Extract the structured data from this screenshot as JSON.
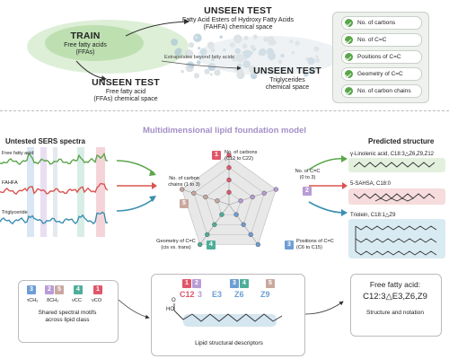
{
  "top": {
    "train_title": "TRAIN",
    "train_sub": "Free fatty acids\n(FFAs)",
    "unseen1_title": "UNSEEN TEST",
    "unseen1_sub": "Fatty Acid Esters of Hydroxy Fatty Acids\n(FAHFA) chemical space",
    "unseen2_title": "UNSEEN TEST",
    "unseen2_sub": "Free fatty acid\n(FFAs) chemical space",
    "unseen3_title": "UNSEEN TEST",
    "unseen3_sub": "Triglycerides\nchemical space",
    "extrapolates": "Extrapolates beyond fatty acids"
  },
  "checklist": [
    "No. of carbons",
    "No. of C=C",
    "Positions of C=C",
    "Geometry of C=C",
    "No. of carbon chains"
  ],
  "model_title": "Multidimensional lipid foundation model",
  "spectra": {
    "title": "Untested SERS spectra",
    "labels": [
      "Free fatty acid",
      "FAHFA",
      "Triglyceride"
    ]
  },
  "radar": {
    "axes": [
      {
        "badge": "1",
        "label": "No. of carbons\n(C12 to C22)"
      },
      {
        "badge": "2",
        "label": "No. of C=C\n(0 to 3)"
      },
      {
        "badge": "3",
        "label": "Positions of C=C\n(C6 to C15)"
      },
      {
        "badge": "4",
        "label": "Geometry of C=C\n(cis vs. trans)"
      },
      {
        "badge": "5",
        "label": "No. of carbon\nchains (1 to 3)"
      }
    ]
  },
  "predicted": {
    "title": "Predicted structure",
    "items": [
      "γ-Linolenic acid, C18:3△Z6,Z9,Z12",
      "5-SAHSA, C18:0",
      "Triolein, C18:1△Z9"
    ]
  },
  "motifs": {
    "badges": [
      "3",
      "2",
      "5",
      "4",
      "1"
    ],
    "labels": [
      "τCH₂",
      "δCH₂",
      "νCC",
      "νCO"
    ],
    "caption": "Shared spectral motifs\nacross lipid class"
  },
  "descriptors": {
    "badges": [
      "1",
      "2",
      "3",
      "4",
      "5"
    ],
    "tokens": [
      "C12",
      "3",
      "E3",
      "Z6",
      "Z9"
    ],
    "ho": "HO",
    "o": "O",
    "caption": "Lipid structural descriptors"
  },
  "notation": {
    "line1": "Free fatty acid:",
    "line2": "C12:3△E3,Z6,Z9",
    "caption": "Structure and notation"
  },
  "colors": {
    "c1": "#e0566a",
    "c2": "#b89cd6",
    "c3": "#6d9ed4",
    "c4": "#4fae9a",
    "c5": "#c9a8a0",
    "green": "#5aa64a",
    "red": "#d9534f",
    "teal": "#3a8fb0"
  }
}
